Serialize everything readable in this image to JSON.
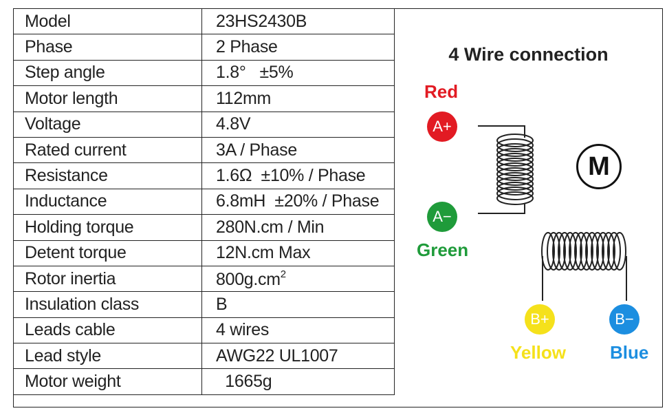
{
  "spec_table": {
    "rows": [
      {
        "label": "Model",
        "value": "23HS2430B"
      },
      {
        "label": "Phase",
        "value": "2 Phase"
      },
      {
        "label": "Step angle",
        "value": "1.8°   ±5%"
      },
      {
        "label": "Motor length",
        "value": "112mm"
      },
      {
        "label": "Voltage",
        "value": "4.8V"
      },
      {
        "label": "Rated current",
        "value": "3A / Phase"
      },
      {
        "label": "Resistance",
        "value": "1.6Ω  ±10% / Phase"
      },
      {
        "label": "Inductance",
        "value": "6.8mH  ±20% / Phase"
      },
      {
        "label": "Holding torque",
        "value": "280N.cm / Min"
      },
      {
        "label": "Detent torque",
        "value": "12N.cm Max"
      },
      {
        "label": "Rotor inertia",
        "value": "800g.cm",
        "sup": "2"
      },
      {
        "label": "Insulation class",
        "value": "B"
      },
      {
        "label": "Leads cable",
        "value": "4 wires"
      },
      {
        "label": "Lead style",
        "value": "AWG22 UL1007"
      },
      {
        "label": "Motor weight",
        "value": "  1665g"
      }
    ]
  },
  "wiring": {
    "title": "4 Wire connection",
    "motor_label": "M",
    "wires": {
      "a_plus": {
        "pin": "A+",
        "name": "Red",
        "color": "#e21b23"
      },
      "a_minus": {
        "pin": "A−",
        "name": "Green",
        "color": "#1f9b3a"
      },
      "b_plus": {
        "pin": "B+",
        "name": "Yellow",
        "color": "#f5e11b"
      },
      "b_minus": {
        "pin": "B−",
        "name": "Blue",
        "color": "#1c8ee0"
      }
    },
    "icons": [
      "coil-icon",
      "motor-icon"
    ]
  }
}
